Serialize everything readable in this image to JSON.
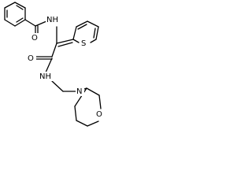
{
  "atoms": {
    "amide_o_1": "O",
    "amide_nh_1": "NH",
    "thiophene_s": "S",
    "amide_o_2": "O",
    "amide_nh_2": "NH",
    "morpholine_n": "N",
    "morpholine_o": "O"
  },
  "colors": {
    "bond": "#000000",
    "text": "#000000",
    "background": "#ffffff"
  }
}
